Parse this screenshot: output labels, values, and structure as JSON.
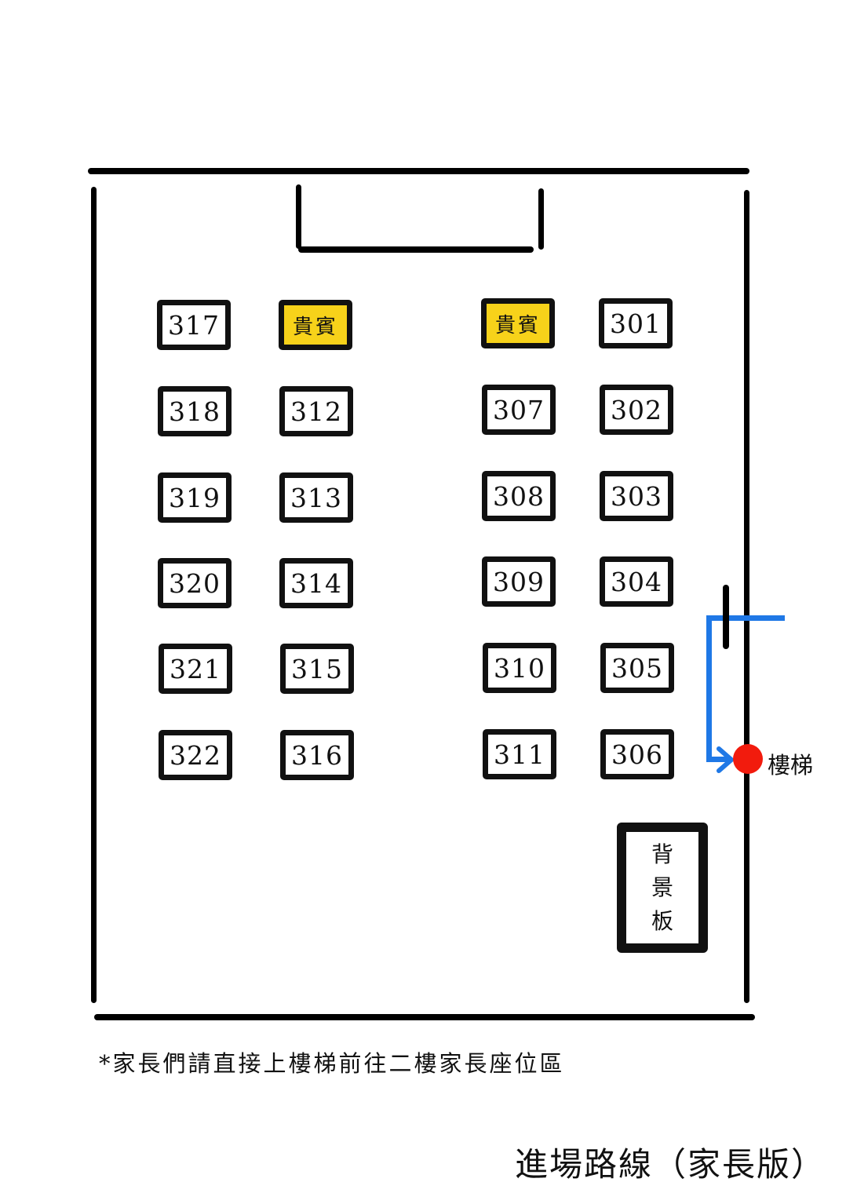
{
  "seats": {
    "s317": "317",
    "vip_left": "貴賓",
    "vip_right": "貴賓",
    "s301": "301",
    "s318": "318",
    "s312": "312",
    "s307": "307",
    "s302": "302",
    "s319": "319",
    "s313": "313",
    "s308": "308",
    "s303": "303",
    "s320": "320",
    "s314": "314",
    "s309": "309",
    "s304": "304",
    "s321": "321",
    "s315": "315",
    "s310": "310",
    "s305": "305",
    "s322": "322",
    "s316": "316",
    "s311": "311",
    "s306": "306"
  },
  "backdrop": {
    "chars": [
      "背",
      "景",
      "板"
    ]
  },
  "stairs": {
    "label": "樓梯"
  },
  "note": "*家長們請直接上樓梯前往二樓家長座位區",
  "title": "進場路線（家長版）",
  "colors": {
    "vip": "#f7d21a",
    "route": "#1f78e6",
    "stairs_marker": "#f21b0d"
  }
}
